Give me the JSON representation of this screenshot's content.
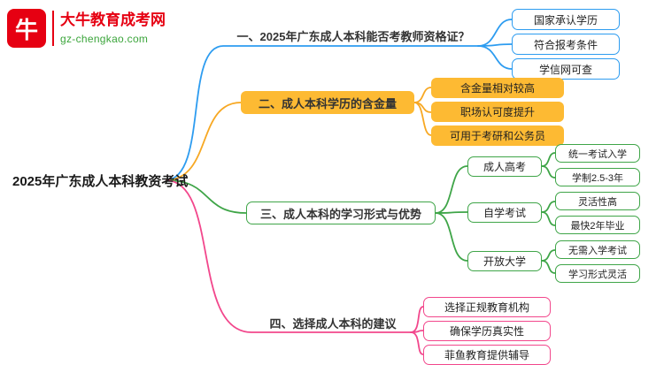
{
  "colors": {
    "blue": "#2d9cf0",
    "orange": "#f7a823",
    "yellow": "#fdba33",
    "green": "#3fa548",
    "pink": "#f2478c",
    "brand-red": "#e60012",
    "brand-green": "#3ba53b",
    "text": "#333333"
  },
  "logo": {
    "icon": "bull-icon",
    "icon_glyph": "牛",
    "title": "大牛教育成考网",
    "url": "gz-chengkao.com"
  },
  "root": {
    "label": "2025年广东成人本科教资考试"
  },
  "branches": [
    {
      "label": "一、2025年广东成人本科能否考教师资格证？",
      "color": "#2d9cf0",
      "children": [
        {
          "label": "国家承认学历"
        },
        {
          "label": "符合报考条件"
        },
        {
          "label": "学信网可查"
        }
      ]
    },
    {
      "label": "二、成人本科学历的含金量",
      "color": "#fdba33",
      "children": [
        {
          "label": "含金量相对较高"
        },
        {
          "label": "职场认可度提升"
        },
        {
          "label": "可用于考研和公务员"
        }
      ]
    },
    {
      "label": "三、成人本科的学习形式与优势",
      "color": "#3fa548",
      "children": [
        {
          "label": "成人高考",
          "children": [
            {
              "label": "统一考试入学"
            },
            {
              "label": "学制2.5-3年"
            }
          ]
        },
        {
          "label": "自学考试",
          "children": [
            {
              "label": "灵活性高"
            },
            {
              "label": "最快2年毕业"
            }
          ]
        },
        {
          "label": "开放大学",
          "children": [
            {
              "label": "无需入学考试"
            },
            {
              "label": "学习形式灵活"
            }
          ]
        }
      ]
    },
    {
      "label": "四、选择成人本科的建议",
      "color": "#f2478c",
      "children": [
        {
          "label": "选择正规教育机构"
        },
        {
          "label": "确保学历真实性"
        },
        {
          "label": "菲鱼教育提供辅导"
        }
      ]
    }
  ]
}
